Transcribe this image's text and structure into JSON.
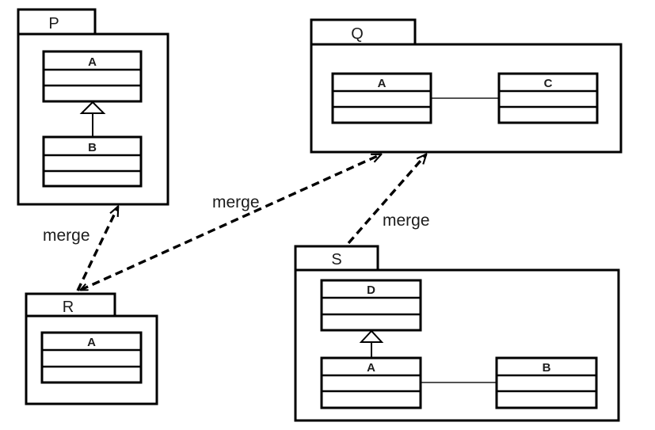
{
  "diagram": {
    "type": "uml-package-merge-diagram",
    "colors": {
      "background": "#ffffff",
      "line": "#000000",
      "text": "#1c1c1c"
    },
    "packages": [
      {
        "name": "P",
        "classes": [
          {
            "name": "A"
          },
          {
            "name": "B"
          }
        ],
        "relations": [
          {
            "type": "generalization",
            "from": "B",
            "to": "A"
          }
        ]
      },
      {
        "name": "Q",
        "classes": [
          {
            "name": "A"
          },
          {
            "name": "C"
          }
        ],
        "relations": [
          {
            "type": "association",
            "from": "A",
            "to": "C"
          }
        ]
      },
      {
        "name": "R",
        "classes": [
          {
            "name": "A"
          }
        ],
        "relations": []
      },
      {
        "name": "S",
        "classes": [
          {
            "name": "D"
          },
          {
            "name": "A"
          },
          {
            "name": "B"
          }
        ],
        "relations": [
          {
            "type": "generalization",
            "from": "A",
            "to": "D"
          },
          {
            "type": "association",
            "from": "A",
            "to": "B"
          }
        ]
      }
    ],
    "dependencies": [
      {
        "from": "R",
        "to": "P",
        "label": "merge"
      },
      {
        "from": "R",
        "to": "Q",
        "label": "merge"
      },
      {
        "from": "S",
        "to": "Q",
        "label": "merge"
      }
    ]
  }
}
